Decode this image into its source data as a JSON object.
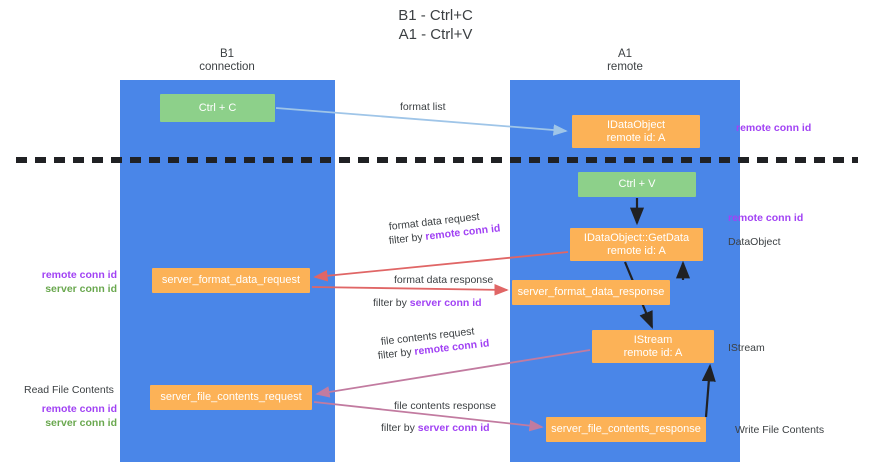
{
  "title": "B1 - Ctrl+C\nA1 - Ctrl+V",
  "lanes": [
    {
      "id": "b1",
      "title": "B1\nconnection",
      "color": "#4a86e8"
    },
    {
      "id": "a1",
      "title": "A1\nremote",
      "color": "#4a86e8"
    }
  ],
  "nodes": {
    "ctrl_c": {
      "line1": "Ctrl + C",
      "line2": "",
      "color": "#8dd08a"
    },
    "idataobject": {
      "line1": "IDataObject",
      "line2": "remote id: A",
      "color": "#fcb257"
    },
    "ctrl_v": {
      "line1": "Ctrl + V",
      "line2": "",
      "color": "#8dd08a"
    },
    "getdata": {
      "line1": "IDataObject::GetData",
      "line2": "remote id: A",
      "color": "#fcb257"
    },
    "server_format_data_request": {
      "line1": "server_format_data_request",
      "line2": "",
      "color": "#fcb257"
    },
    "server_format_data_response": {
      "line1": "server_format_data_response",
      "line2": "",
      "color": "#fcb257"
    },
    "istream": {
      "line1": "IStream",
      "line2": "remote id: A",
      "color": "#fcb257"
    },
    "server_file_contents_request": {
      "line1": "server_file_contents_request",
      "line2": "",
      "color": "#fcb257"
    },
    "server_file_contents_response": {
      "line1": "server_file_contents_response",
      "line2": "",
      "color": "#fcb257"
    }
  },
  "annotations": {
    "format_list": "format list",
    "format_data_request": "format data request",
    "filter_by": "filter by ",
    "remote_conn_id": "remote conn id",
    "server_conn_id": "server conn id",
    "format_data_response": "format data response",
    "file_contents_request": "file contents request",
    "file_contents_response": "file contents response"
  },
  "side_labels": {
    "remote_conn_id_top": "remote conn id",
    "remote_conn_id_mid": "remote conn id",
    "dataobject": "DataObject",
    "istream": "IStream",
    "write_file_contents": "Write File Contents",
    "read_file_contents": "Read File Contents",
    "left_remote_conn_id": "remote conn id",
    "left_server_conn_id": "server conn id",
    "left_remote_conn_id_2": "remote conn id",
    "left_server_conn_id_2": "server conn id"
  },
  "colors": {
    "lane": "#4a86e8",
    "green_node": "#8dd08a",
    "orange_node": "#fcb257",
    "purple_text": "#a142f4",
    "green_text": "#6aa84f",
    "arrow_blue": "#9fc5e8",
    "arrow_red": "#e06666",
    "arrow_magenta": "#c27ba0",
    "arrow_black": "#202124",
    "divider": "#202124"
  }
}
